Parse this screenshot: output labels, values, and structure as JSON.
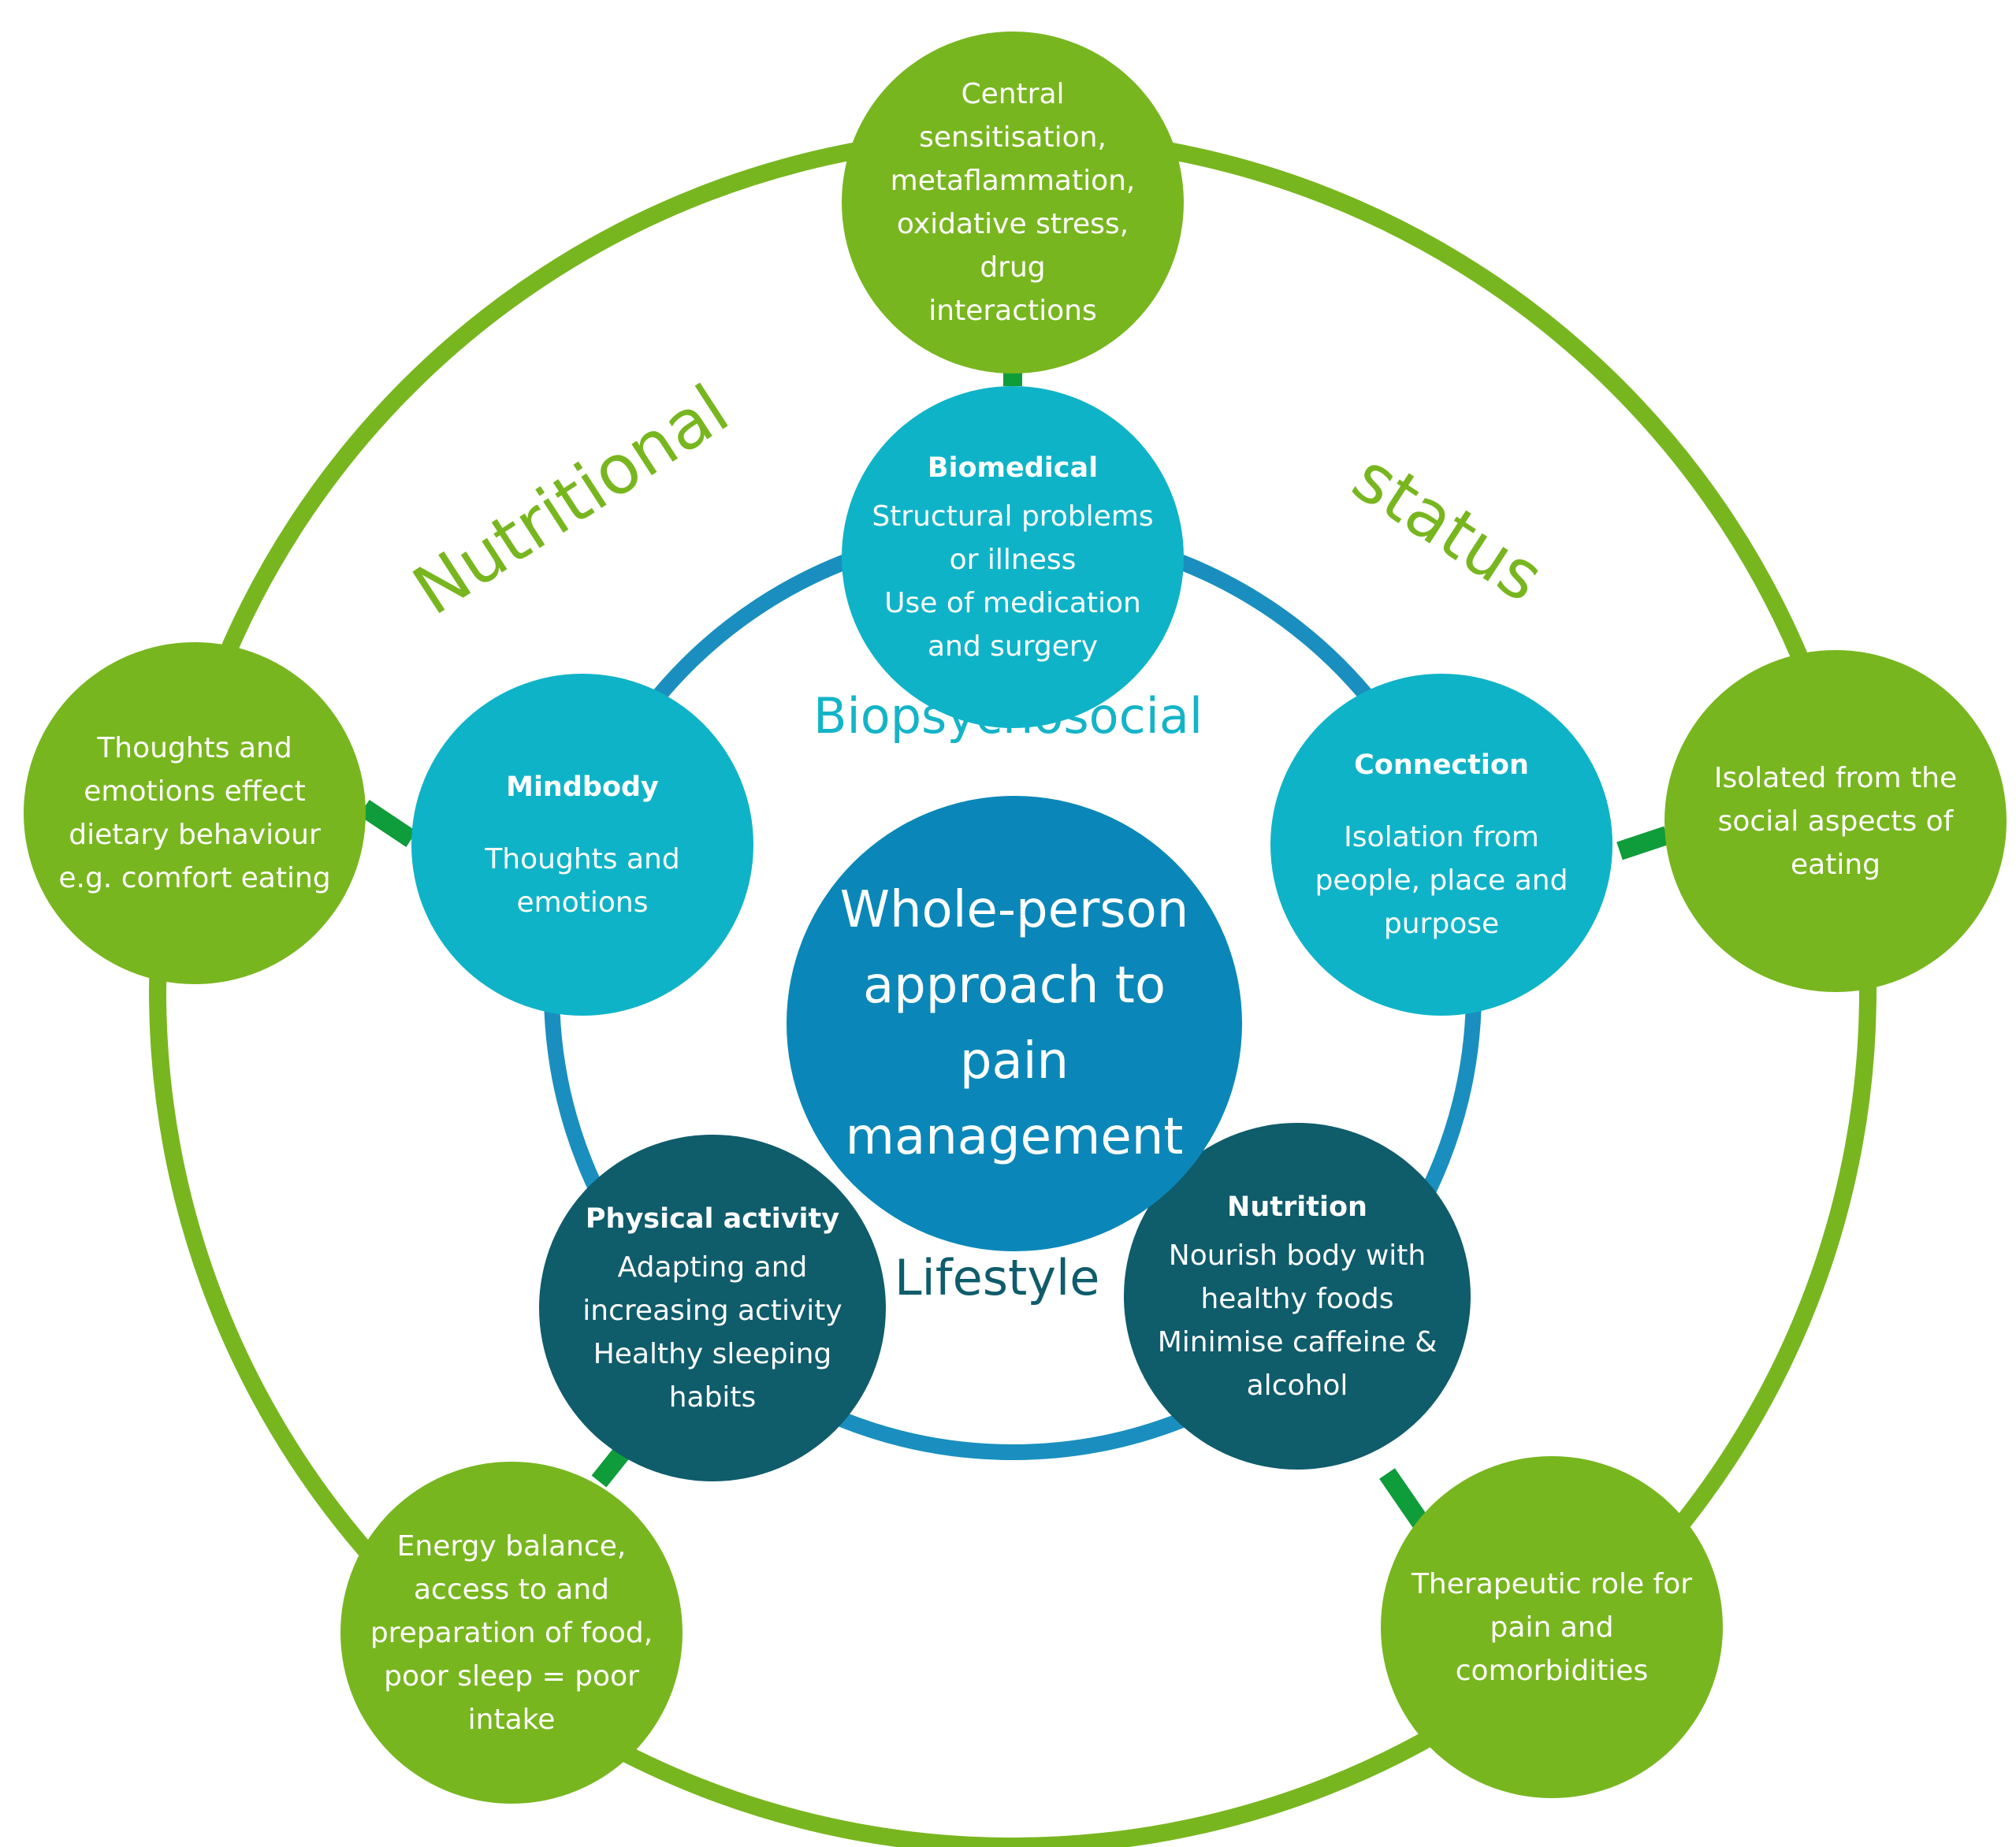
{
  "center": {
    "lines": [
      "Whole-person",
      "approach to pain",
      "management"
    ]
  },
  "inner_labels": {
    "biopsychosocial": "Biopsychosocial",
    "lifestyle": "Lifestyle"
  },
  "ring_labels": {
    "left": "Nutritional",
    "right": "status"
  },
  "middle_nodes": {
    "biomedical": {
      "heading": "Biomedical",
      "lines": [
        "Structural problems",
        "or illness",
        "Use of medication",
        "and surgery"
      ]
    },
    "mindbody": {
      "heading": "Mindbody",
      "lines": [
        "Thoughts and",
        "emotions"
      ]
    },
    "connection": {
      "heading": "Connection",
      "lines": [
        "Isolation from",
        "people, place and",
        "purpose"
      ]
    },
    "physical_activity": {
      "heading": "Physical activity",
      "lines": [
        "Adapting and",
        "increasing activity",
        "Healthy sleeping",
        "habits"
      ]
    },
    "nutrition": {
      "heading": "Nutrition",
      "lines": [
        "Nourish body with",
        "healthy foods",
        "Minimise caffeine &",
        "alcohol"
      ]
    }
  },
  "outer_nodes": {
    "top": {
      "lines": [
        "Central",
        "sensitisation,",
        "metaflammation,",
        "oxidative stress,",
        "drug",
        "interactions"
      ]
    },
    "left": {
      "lines": [
        "Thoughts and",
        "emotions effect",
        "dietary behaviour",
        "e.g. comfort eating"
      ]
    },
    "right": {
      "lines": [
        "Isolated from the",
        "social aspects of",
        "eating"
      ]
    },
    "bottom_left": {
      "lines": [
        "Energy balance,",
        "access to and",
        "preparation of food,",
        "poor sleep = poor",
        "intake"
      ]
    },
    "bottom_right": {
      "lines": [
        "Therapeutic role for",
        "pain and",
        "comorbidities"
      ]
    }
  },
  "colors": {
    "outer_green": "#78b61f",
    "connector_green": "#0f9c3a",
    "inner_ring_blue": "#1a8fbf",
    "light_teal": "#0fb3c8",
    "dark_teal": "#0f5c6b",
    "center_blue": "#0a87b8",
    "biopsychosocial_text": "#14b4c8",
    "lifestyle_text": "#0f5c6b"
  }
}
